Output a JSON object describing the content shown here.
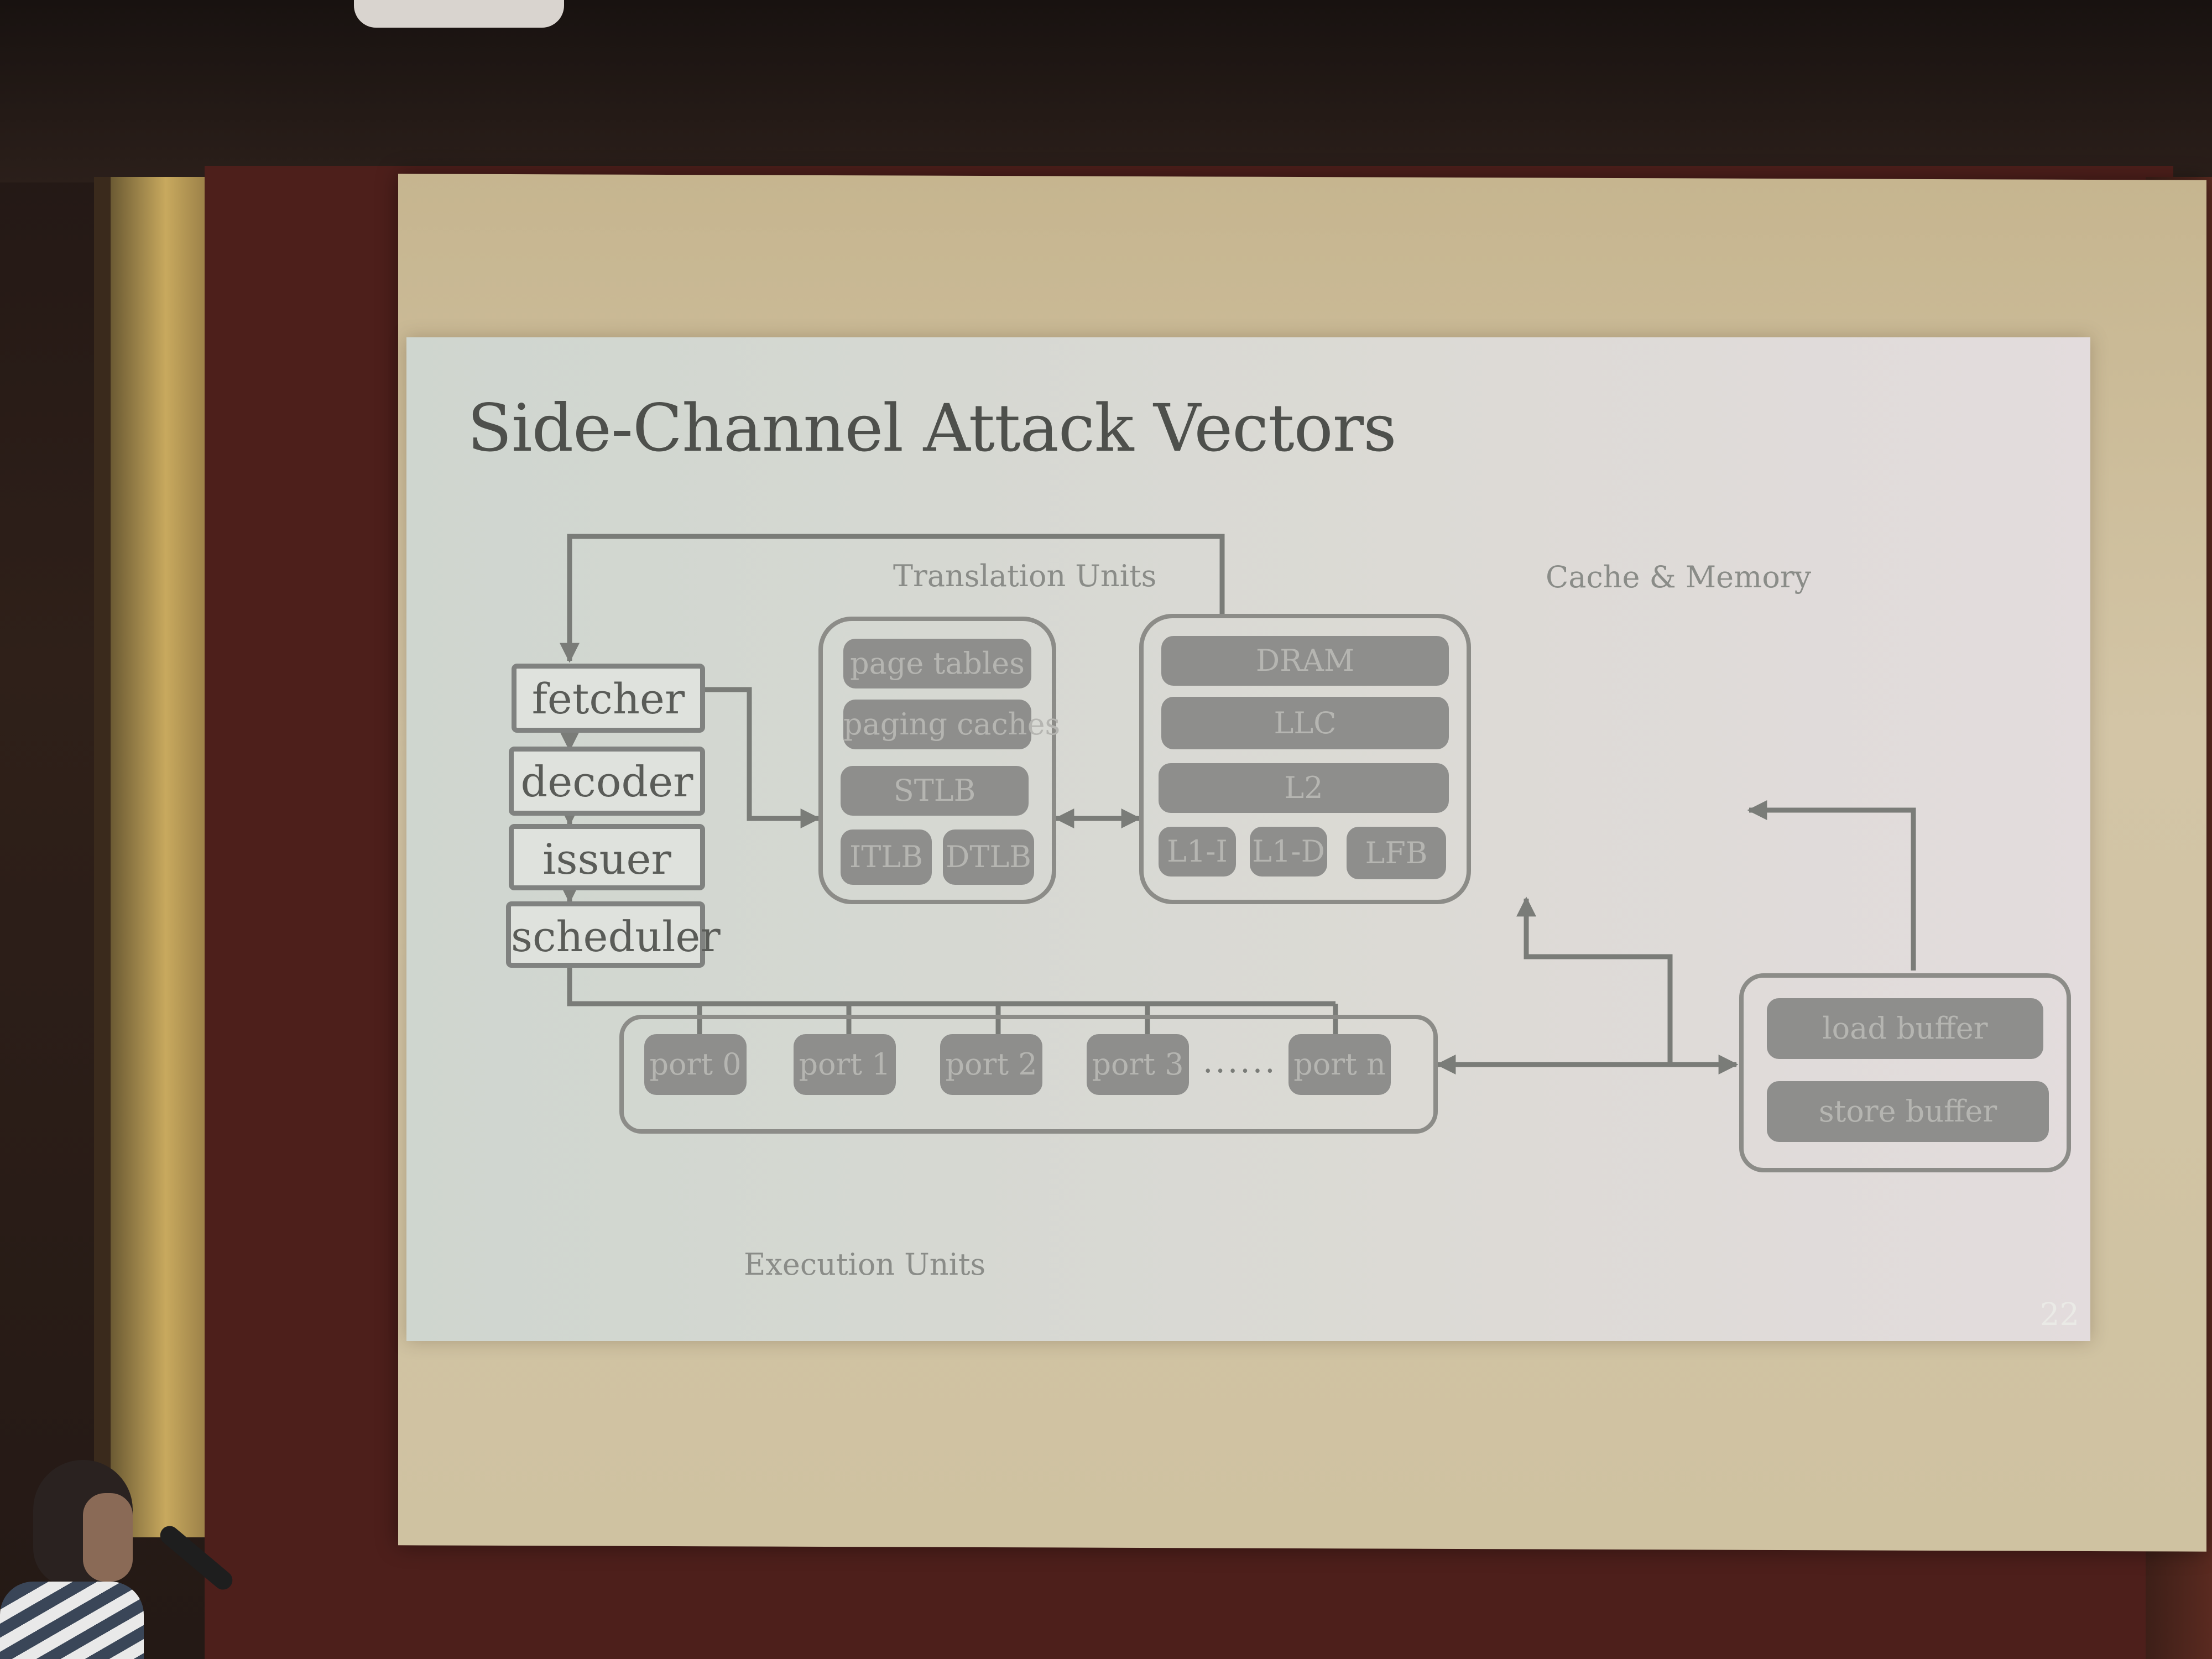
{
  "slide": {
    "title": "Side-Channel Attack Vectors",
    "page_number": "22"
  },
  "diagram": {
    "pipeline": [
      "fetcher",
      "decoder",
      "issuer",
      "scheduler"
    ],
    "translation": {
      "label": "Translation Units",
      "items": [
        "page tables",
        "paging caches",
        "STLB",
        "ITLB",
        "DTLB"
      ]
    },
    "cache": {
      "label": "Cache & Memory",
      "items": [
        "DRAM",
        "LLC",
        "L2",
        "L1-I",
        "L1-D",
        "LFB"
      ]
    },
    "execution": {
      "label": "Execution Units",
      "ports": [
        "port 0",
        "port 1",
        "port 2",
        "port 3",
        "port n"
      ],
      "ellipsis": "......"
    },
    "buffers": [
      "load buffer",
      "store buffer"
    ]
  },
  "colors": {
    "slide_bg": "#d8dad4",
    "unit_fill": "#8e8e8c",
    "line": "#7a7c78",
    "title": "#4e504c"
  }
}
